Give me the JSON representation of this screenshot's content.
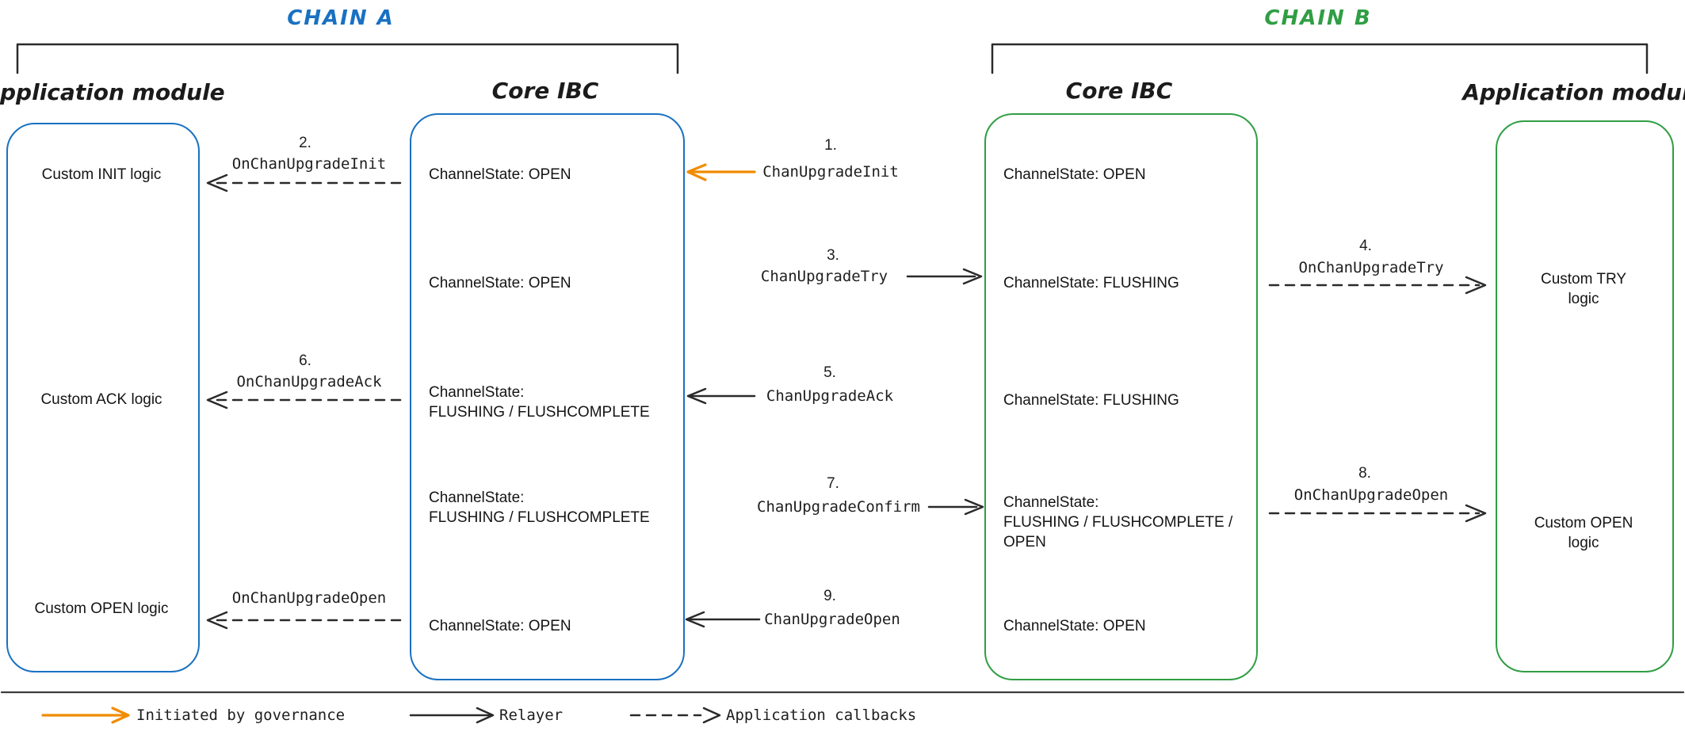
{
  "chains": {
    "a": {
      "label": "CHAIN A",
      "color": "#1971c2"
    },
    "b": {
      "label": "CHAIN B",
      "color": "#2f9e44"
    }
  },
  "columns": [
    {
      "title": "Application module",
      "rows": [
        "Custom INIT logic",
        "Custom ACK logic",
        "Custom OPEN logic"
      ]
    },
    {
      "title": "Core IBC",
      "rows": [
        "ChannelState: OPEN",
        "ChannelState: OPEN",
        "ChannelState:\nFLUSHING / FLUSHCOMPLETE",
        "ChannelState:\nFLUSHING / FLUSHCOMPLETE",
        "ChannelState: OPEN"
      ]
    },
    {
      "title": "Core IBC",
      "rows": [
        "ChannelState: OPEN",
        "ChannelState: FLUSHING",
        "ChannelState: FLUSHING",
        "ChannelState:\nFLUSHING / FLUSHCOMPLETE /\nOPEN",
        "ChannelState: OPEN"
      ]
    },
    {
      "title": "Application module",
      "rows": [
        "Custom TRY logic",
        "Custom OPEN logic"
      ]
    }
  ],
  "arrows": {
    "a1": {
      "num": "1.",
      "label": "ChanUpgradeInit",
      "kind": "governance"
    },
    "a2": {
      "num": "2.",
      "label": "OnChanUpgradeInit",
      "kind": "callback"
    },
    "a3": {
      "num": "3.",
      "label": "ChanUpgradeTry",
      "kind": "relayer"
    },
    "a4": {
      "num": "4.",
      "label": "OnChanUpgradeTry",
      "kind": "callback"
    },
    "a5": {
      "num": "5.",
      "label": "ChanUpgradeAck",
      "kind": "relayer"
    },
    "a6": {
      "num": "6.",
      "label": "OnChanUpgradeAck",
      "kind": "callback"
    },
    "a7": {
      "num": "7.",
      "label": "ChanUpgradeConfirm",
      "kind": "relayer"
    },
    "a8": {
      "num": "8.",
      "label": "OnChanUpgradeOpen",
      "kind": "callback"
    },
    "a9": {
      "num": "9.",
      "label": "ChanUpgradeOpen",
      "kind": "relayer"
    },
    "openA": {
      "label": "OnChanUpgradeOpen",
      "kind": "callback"
    }
  },
  "legend": {
    "governance": "Initiated by governance",
    "relayer": "Relayer",
    "callbacks": "Application callbacks"
  },
  "colors": {
    "blue": "#1971c2",
    "green": "#2f9e44",
    "orange": "#f08c00",
    "ink": "#1e1e1e"
  }
}
